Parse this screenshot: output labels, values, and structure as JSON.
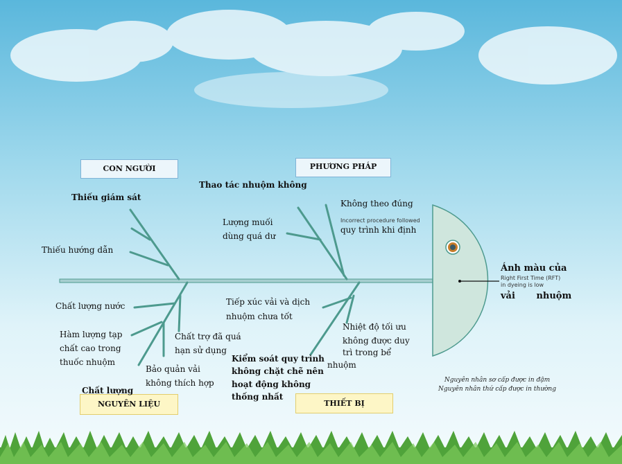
{
  "categories": {
    "con_nguoi": "CON NGƯỜI",
    "phuong_phap": "PHƯƠNG PHÁP",
    "nguyen_lieu": "NGUYÊN LIỆU",
    "thiet_bi": "THIẾT BỊ"
  },
  "effect": {
    "title": "Ánh màu của",
    "subtitle_en_1": "Right First Time (RFT)",
    "subtitle_en_2": "in dyeing is low",
    "line2": "vải nhuộm"
  },
  "causes": {
    "con_nguoi": {
      "c1": "Thiếu giám sát",
      "c2": "Thiếu hướng dẫn"
    },
    "phuong_phap": {
      "c1": "Thao tác nhuộm không",
      "c2_line1": "Lượng muối",
      "c2_line2": "dùng quá dư",
      "c3": "Không theo đúng",
      "c3_en": "Incorrect procedure followed",
      "c4": "quy trình khi định"
    },
    "nguyen_lieu": {
      "c1": "Chất lượng nước",
      "c2_line1": "Hàm lượng tạp",
      "c2_line2": "chất cao trong",
      "c2_line3": "thuốc nhuộm",
      "c3_line1": "Chất trợ đã quá",
      "c3_line2": "hạn sử dụng",
      "c4_line1": "Bảo quản vải",
      "c4_line2": "không thích hợp",
      "c5": "Chất lượng"
    },
    "thiet_bi": {
      "c1_line1": "Tiếp xúc vải và dịch",
      "c1_line2": "nhuộm chưa tốt",
      "c2_line1": "Nhiệt độ tối ưu",
      "c2_line2": "không được duy",
      "c2_line3": "trì trong bể",
      "c2_line4": "nhuộm",
      "c3_line1": "Kiểm soát quy trình",
      "c3_line2": "không chặt chẽ nên",
      "c3_line3": "hoạt động không",
      "c3_line4": "thống nhất"
    }
  },
  "legend": {
    "line1": "Nguyên nhân sơ cấp được in đậm",
    "line2": "Nguyên nhân thứ cấp được in thường"
  },
  "colors": {
    "spine": "#4d9a8e",
    "head_fill": "#cfe6dd"
  }
}
